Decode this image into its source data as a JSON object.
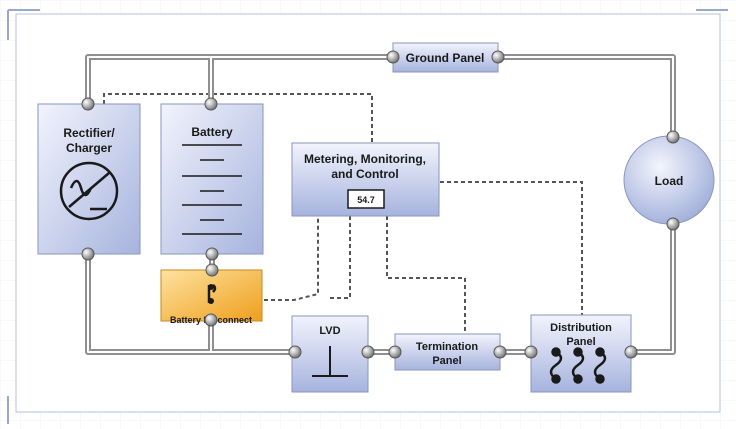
{
  "labels": {
    "ground_panel": "Ground Panel",
    "rectifier_line1": "Rectifier/",
    "rectifier_line2": "Charger",
    "battery": "Battery",
    "metering_line1": "Metering, Monitoring,",
    "metering_line2": "and Control",
    "meter_readout": "54.7",
    "load": "Load",
    "battery_disconnect": "Battery Disconnect",
    "lvd": "LVD",
    "termination_line1": "Termination",
    "termination_line2": "Panel",
    "distribution_line1": "Distribution",
    "distribution_line2": "Panel"
  },
  "colors": {
    "box_gradient_light": "#eef1fb",
    "box_gradient_dark": "#a9b6e0",
    "disconnect_gradient_light": "#fbd98a",
    "disconnect_gradient_dark": "#f0a623",
    "bus_line": "#8c8c8c",
    "signal_line": "#555555"
  },
  "icons": {
    "rectifier": "ac-to-dc-converter-symbol",
    "battery": "battery-plates-symbol",
    "disconnect": "switch-symbol",
    "lvd": "ground-symbol",
    "distribution": "fuse-links-symbol"
  }
}
